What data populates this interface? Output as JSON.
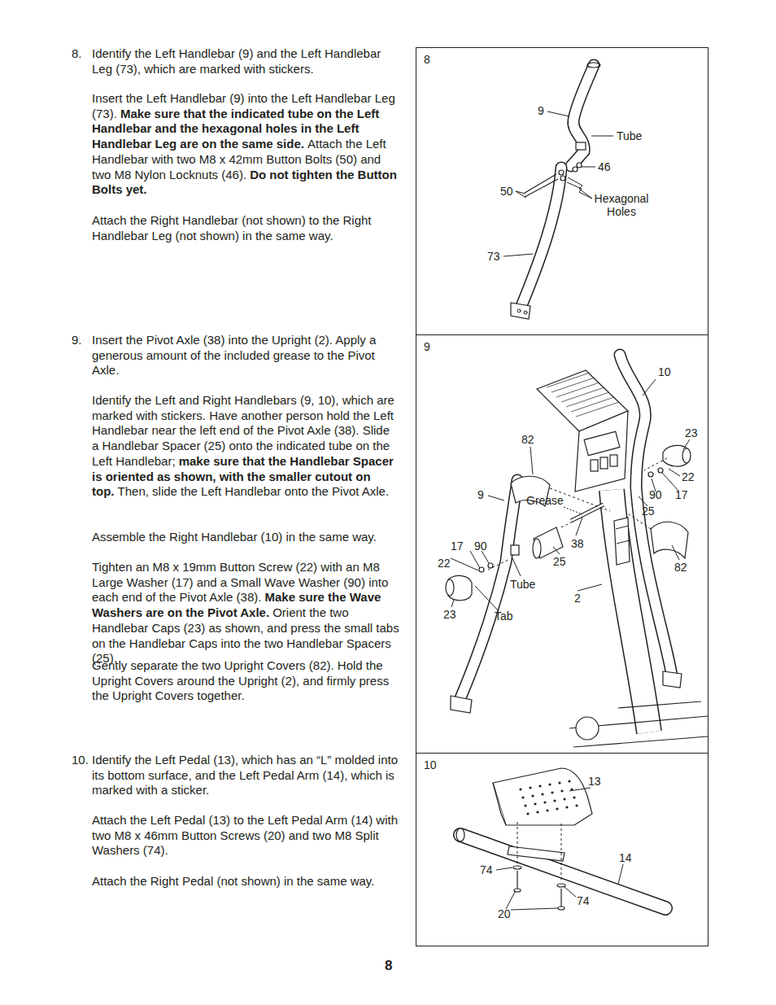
{
  "diagram": {
    "nodes": [
      {
        "text": [
          "8"
        ]
      },
      {
        "text": [
          "9"
        ]
      },
      {
        "text": [
          "10"
        ]
      }
    ],
    "labels": [
      "8.",
      "Identify the Left Handlebar (9) and the Left Handlebar Leg (73), which are marked with stickers.",
      "Insert the Left Handlebar (9) into the Left Handlebar Leg (73).",
      "Make sure that the indicated tube on the Left Handlebar and the hexagonal holes in the Left Handlebar Leg are on the same side.",
      "Attach the Left Handlebar with two M8 x 42mm Button Bolts (50) and two M8 Nylon Locknuts (46).",
      "Do not tighten the Button Bolts yet.",
      "Attach the Right Handlebar (not shown) to the Right Handlebar Leg (not shown) in the same way.",
      "9.",
      "Insert the Pivot Axle (38) into the Upright (2). Apply a generous amount of the included grease to the Pivot Axle.",
      "Identify the Left and Right Handlebars (9, 10), which are marked with stickers. Have another person hold the Left Handlebar near the left end of the Pivot Axle (38). Slide a Handlebar Spacer (25) onto the indicated tube on the Left Handlebar;",
      "make sure that the Handlebar Spacer is oriented as shown, with the smaller cutout on top.",
      "Then, slide the Left Handlebar onto the Pivot Axle.",
      "Assemble the Right Handlebar (10) in the same way.",
      "Tighten an M8 x 19mm Button Screw (22) with an M8 Large Washer (17) and a Small Wave Washer (90) into each end of the Pivot Axle (38).",
      "Make sure the Wave Washers are on the Pivot Axle.",
      "Orient the two Handlebar Caps (23) as shown, and press the small tabs on the Handlebar Caps into the two Handlebar Spacers (25).",
      "Gently separate the two Upright Covers (82). Hold the Upright Covers around the Upright (2), and firmly press the Upright Covers together.",
      "10.",
      "Identify the Left Pedal (13), which has an “L” molded into its bottom surface, and the Left Pedal Arm (14), which is marked with a sticker.",
      "Attach the Left Pedal (13) to the Left Pedal Arm (14) with two M8 x 46mm Button Screws (20) and two M8 Split Washers (74).",
      "Attach the Right Pedal (not shown) in the same way.",
      "8",
      "9",
      "Tube",
      "46",
      "50",
      "Hexagonal Holes",
      "73",
      "10",
      "23",
      "82",
      "22",
      "17",
      "90",
      "25",
      "9",
      "Grease",
      "38",
      "17",
      "90",
      "22",
      "25",
      "82",
      "Tube",
      "2",
      "23",
      "Tab",
      "13",
      "14",
      "74",
      "74",
      "20"
    ]
  }
}
